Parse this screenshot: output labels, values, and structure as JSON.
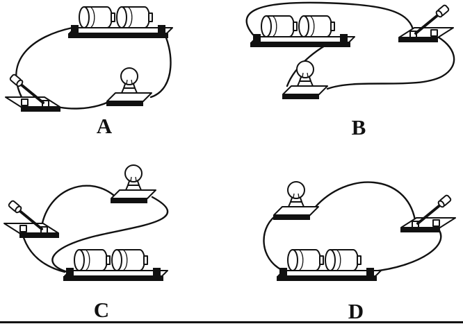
{
  "figure": {
    "background_color": "#ffffff",
    "ink_color": "#111111",
    "description": "Four hand-drawn battery / switch / bulb circuit wiring options",
    "circuits": [
      {
        "label": "A",
        "components": [
          "battery-pack-two-cells",
          "knife-switch",
          "light-bulb"
        ],
        "wire_count": 3
      },
      {
        "label": "B",
        "components": [
          "battery-pack-two-cells",
          "knife-switch",
          "light-bulb"
        ],
        "wire_count": 3
      },
      {
        "label": "C",
        "components": [
          "battery-pack-two-cells",
          "knife-switch",
          "light-bulb"
        ],
        "wire_count": 3
      },
      {
        "label": "D",
        "components": [
          "battery-pack-two-cells",
          "knife-switch",
          "light-bulb"
        ],
        "wire_count": 3
      }
    ]
  }
}
